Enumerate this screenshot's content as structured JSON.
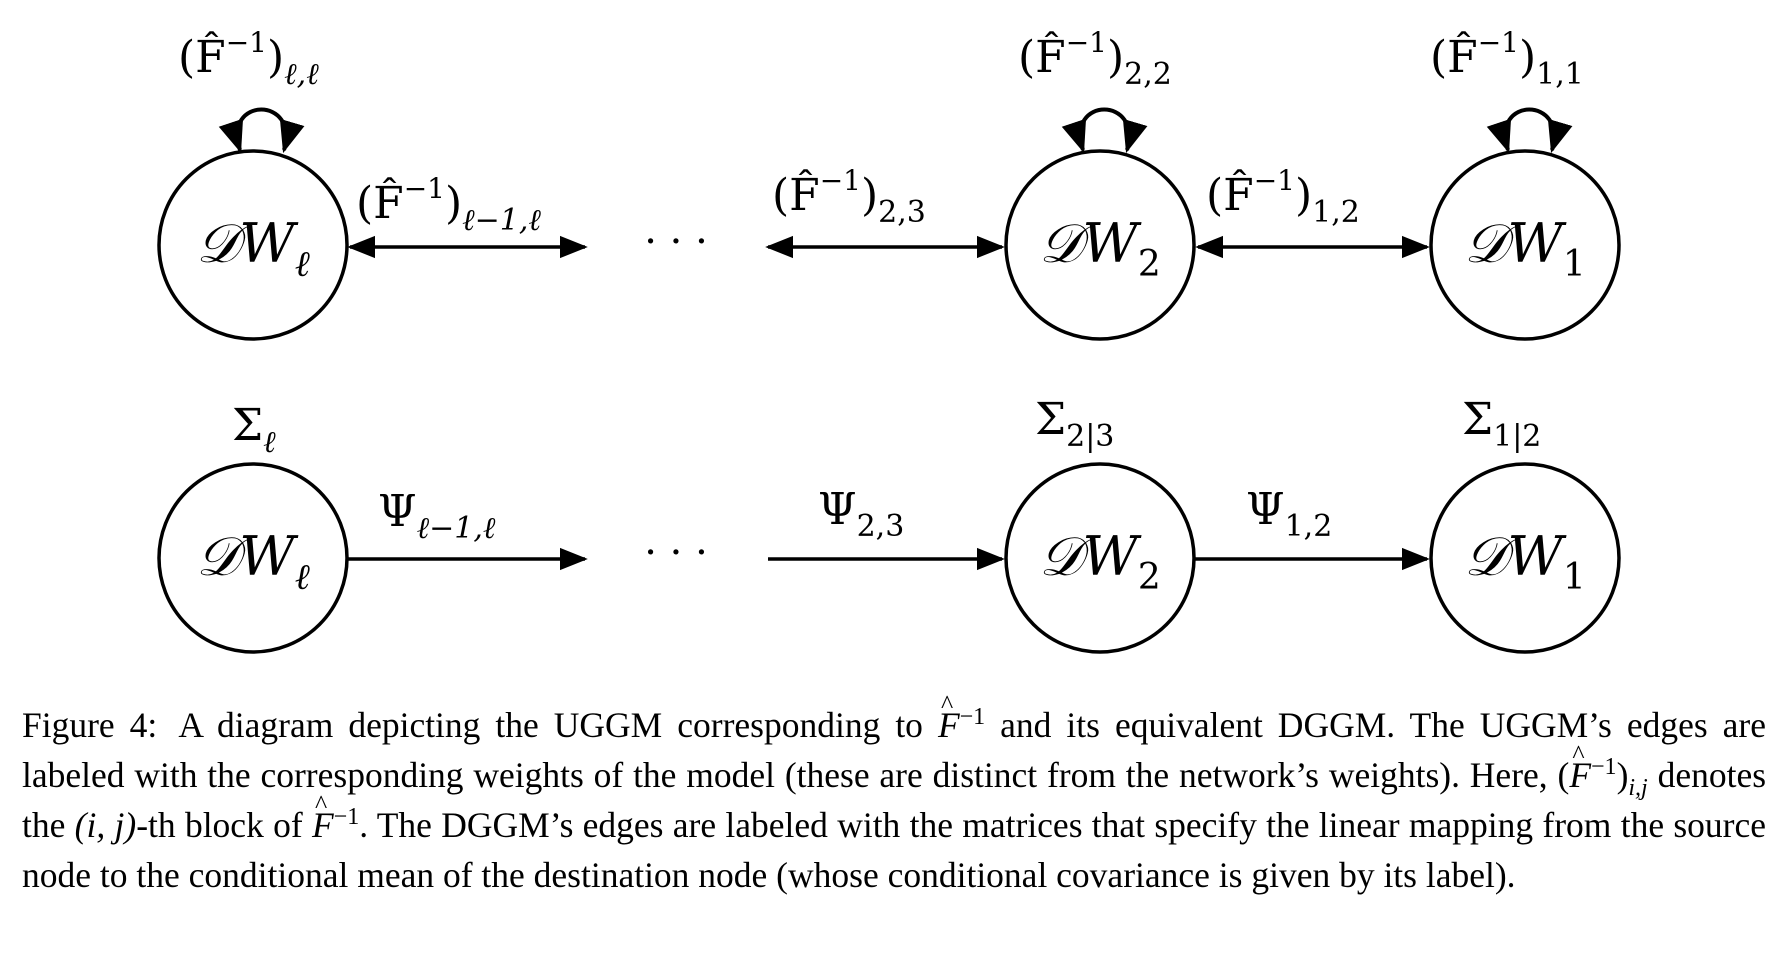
{
  "figure": {
    "undirected": {
      "nodes": [
        {
          "id": "l",
          "main": "𝒟W",
          "sub": "ℓ"
        },
        {
          "id": "2",
          "main": "𝒟W",
          "sub": "2"
        },
        {
          "id": "1",
          "main": "𝒟W",
          "sub": "1"
        }
      ],
      "self_loops": [
        {
          "node": "l",
          "label": "(F̂",
          "sup": "−1",
          "sub": "ℓ,ℓ"
        },
        {
          "node": "2",
          "label": "(F̂",
          "sup": "−1",
          "sub": "2,2"
        },
        {
          "node": "1",
          "label": "(F̂",
          "sup": "−1",
          "sub": "1,1"
        }
      ],
      "edges": [
        {
          "label": "(F̂",
          "sup": "−1",
          "sub": "ℓ−1,ℓ"
        },
        {
          "label": "(F̂",
          "sup": "−1",
          "sub": "2,3"
        },
        {
          "label": "(F̂",
          "sup": "−1",
          "sub": "1,2"
        }
      ],
      "ellipsis": "· · ·"
    },
    "directed": {
      "nodes": [
        {
          "id": "l",
          "main": "𝒟W",
          "sub": "ℓ",
          "cov": "Σ",
          "cov_sub": "ℓ"
        },
        {
          "id": "2",
          "main": "𝒟W",
          "sub": "2",
          "cov": "Σ",
          "cov_sub": "2|3"
        },
        {
          "id": "1",
          "main": "𝒟W",
          "sub": "1",
          "cov": "Σ",
          "cov_sub": "1|2"
        }
      ],
      "edges": [
        {
          "label": "Ψ",
          "sub": "ℓ−1,ℓ"
        },
        {
          "label": "Ψ",
          "sub": "2,3"
        },
        {
          "label": "Ψ",
          "sub": "1,2"
        }
      ],
      "ellipsis": "· · ·"
    }
  },
  "caption": {
    "lead": "Figure 4:",
    "p1": "A diagram depicting the UGGM corresponding to",
    "F": "F",
    "sup": "−1",
    "p2": "and its equivalent DGGM. The UGGM’s edges are labeled with the corresponding weights of the model (these are distinct from the network’s weights). Here,",
    "open": "(",
    "close": ")",
    "ij": "i,j",
    "p3": "denotes the",
    "ij_pair": "(i, j)",
    "p4": "-th block of",
    "p5": ". The DGGM’s edges are labeled with the matrices that specify the linear mapping from the source node to the conditional mean of the destination node (whose conditional covariance is given by its label)."
  }
}
